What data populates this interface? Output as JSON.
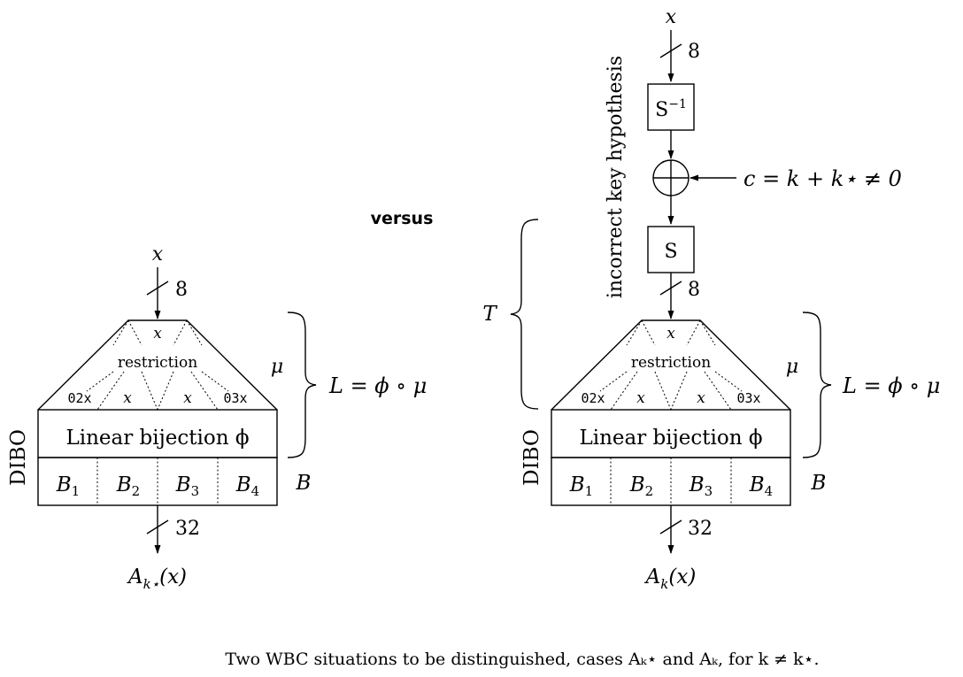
{
  "versus_label": "versus",
  "caption": "Two WBC situations to be distinguished, cases Aₖ⋆ and Aₖ, for k ≠ k⋆.",
  "left": {
    "input_var": "x",
    "input_width": "8",
    "mapping_x": "x",
    "restriction_label": "restriction",
    "out_02x": "02x",
    "out_x1": "x",
    "out_x2": "x",
    "out_03x": "03x",
    "mu_label": "μ",
    "L_label": "L = ϕ ∘ μ",
    "linear_label": "Linear bijection ϕ",
    "dibo_label": "DIBO",
    "bytes": [
      {
        "b": "B",
        "i": "1"
      },
      {
        "b": "B",
        "i": "2"
      },
      {
        "b": "B",
        "i": "3"
      },
      {
        "b": "B",
        "i": "4"
      }
    ],
    "B_label": "B",
    "output_width": "32",
    "output_main": "A",
    "output_sub": "k⋆",
    "output_arg": "(x)"
  },
  "right": {
    "input_var": "x",
    "input_width": "8",
    "sinv_label": "S",
    "sinv_sup": "−1",
    "c_label": "c = k + k⋆ ≠ 0",
    "s_label": "S",
    "s_width": "8",
    "vertical_label": "incorrect key hypothesis",
    "T_label": "T",
    "mapping_x": "x",
    "restriction_label": "restriction",
    "out_02x": "02x",
    "out_x1": "x",
    "out_x2": "x",
    "out_03x": "03x",
    "mu_label": "μ",
    "L_label": "L = ϕ ∘ μ",
    "linear_label": "Linear bijection ϕ",
    "dibo_label": "DIBO",
    "bytes": [
      {
        "b": "B",
        "i": "1"
      },
      {
        "b": "B",
        "i": "2"
      },
      {
        "b": "B",
        "i": "3"
      },
      {
        "b": "B",
        "i": "4"
      }
    ],
    "B_label": "B",
    "output_width": "32",
    "output_main": "A",
    "output_sub": "k",
    "output_arg": "(x)"
  }
}
